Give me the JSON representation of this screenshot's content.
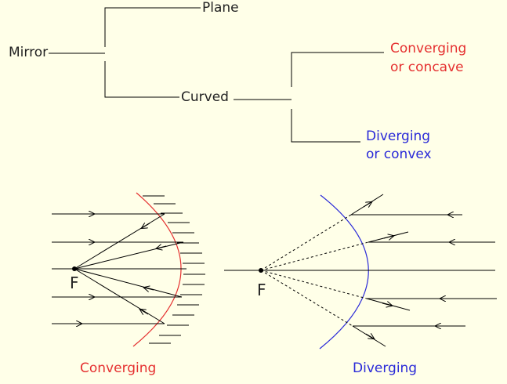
{
  "tree": {
    "root": "Mirror",
    "branch_plane": "Plane",
    "branch_curved": "Curved",
    "converging_line1": "Converging",
    "converging_line2": "or concave",
    "diverging_line1": "Diverging",
    "diverging_line2": "or convex"
  },
  "diagrams": {
    "converging_focus": "F",
    "diverging_focus": "F",
    "converging_caption": "Converging",
    "diverging_caption": "Diverging"
  },
  "colors": {
    "converging": "#e53030",
    "diverging": "#2a2ad8",
    "lines": "#000000",
    "background": "#ffffe8"
  }
}
